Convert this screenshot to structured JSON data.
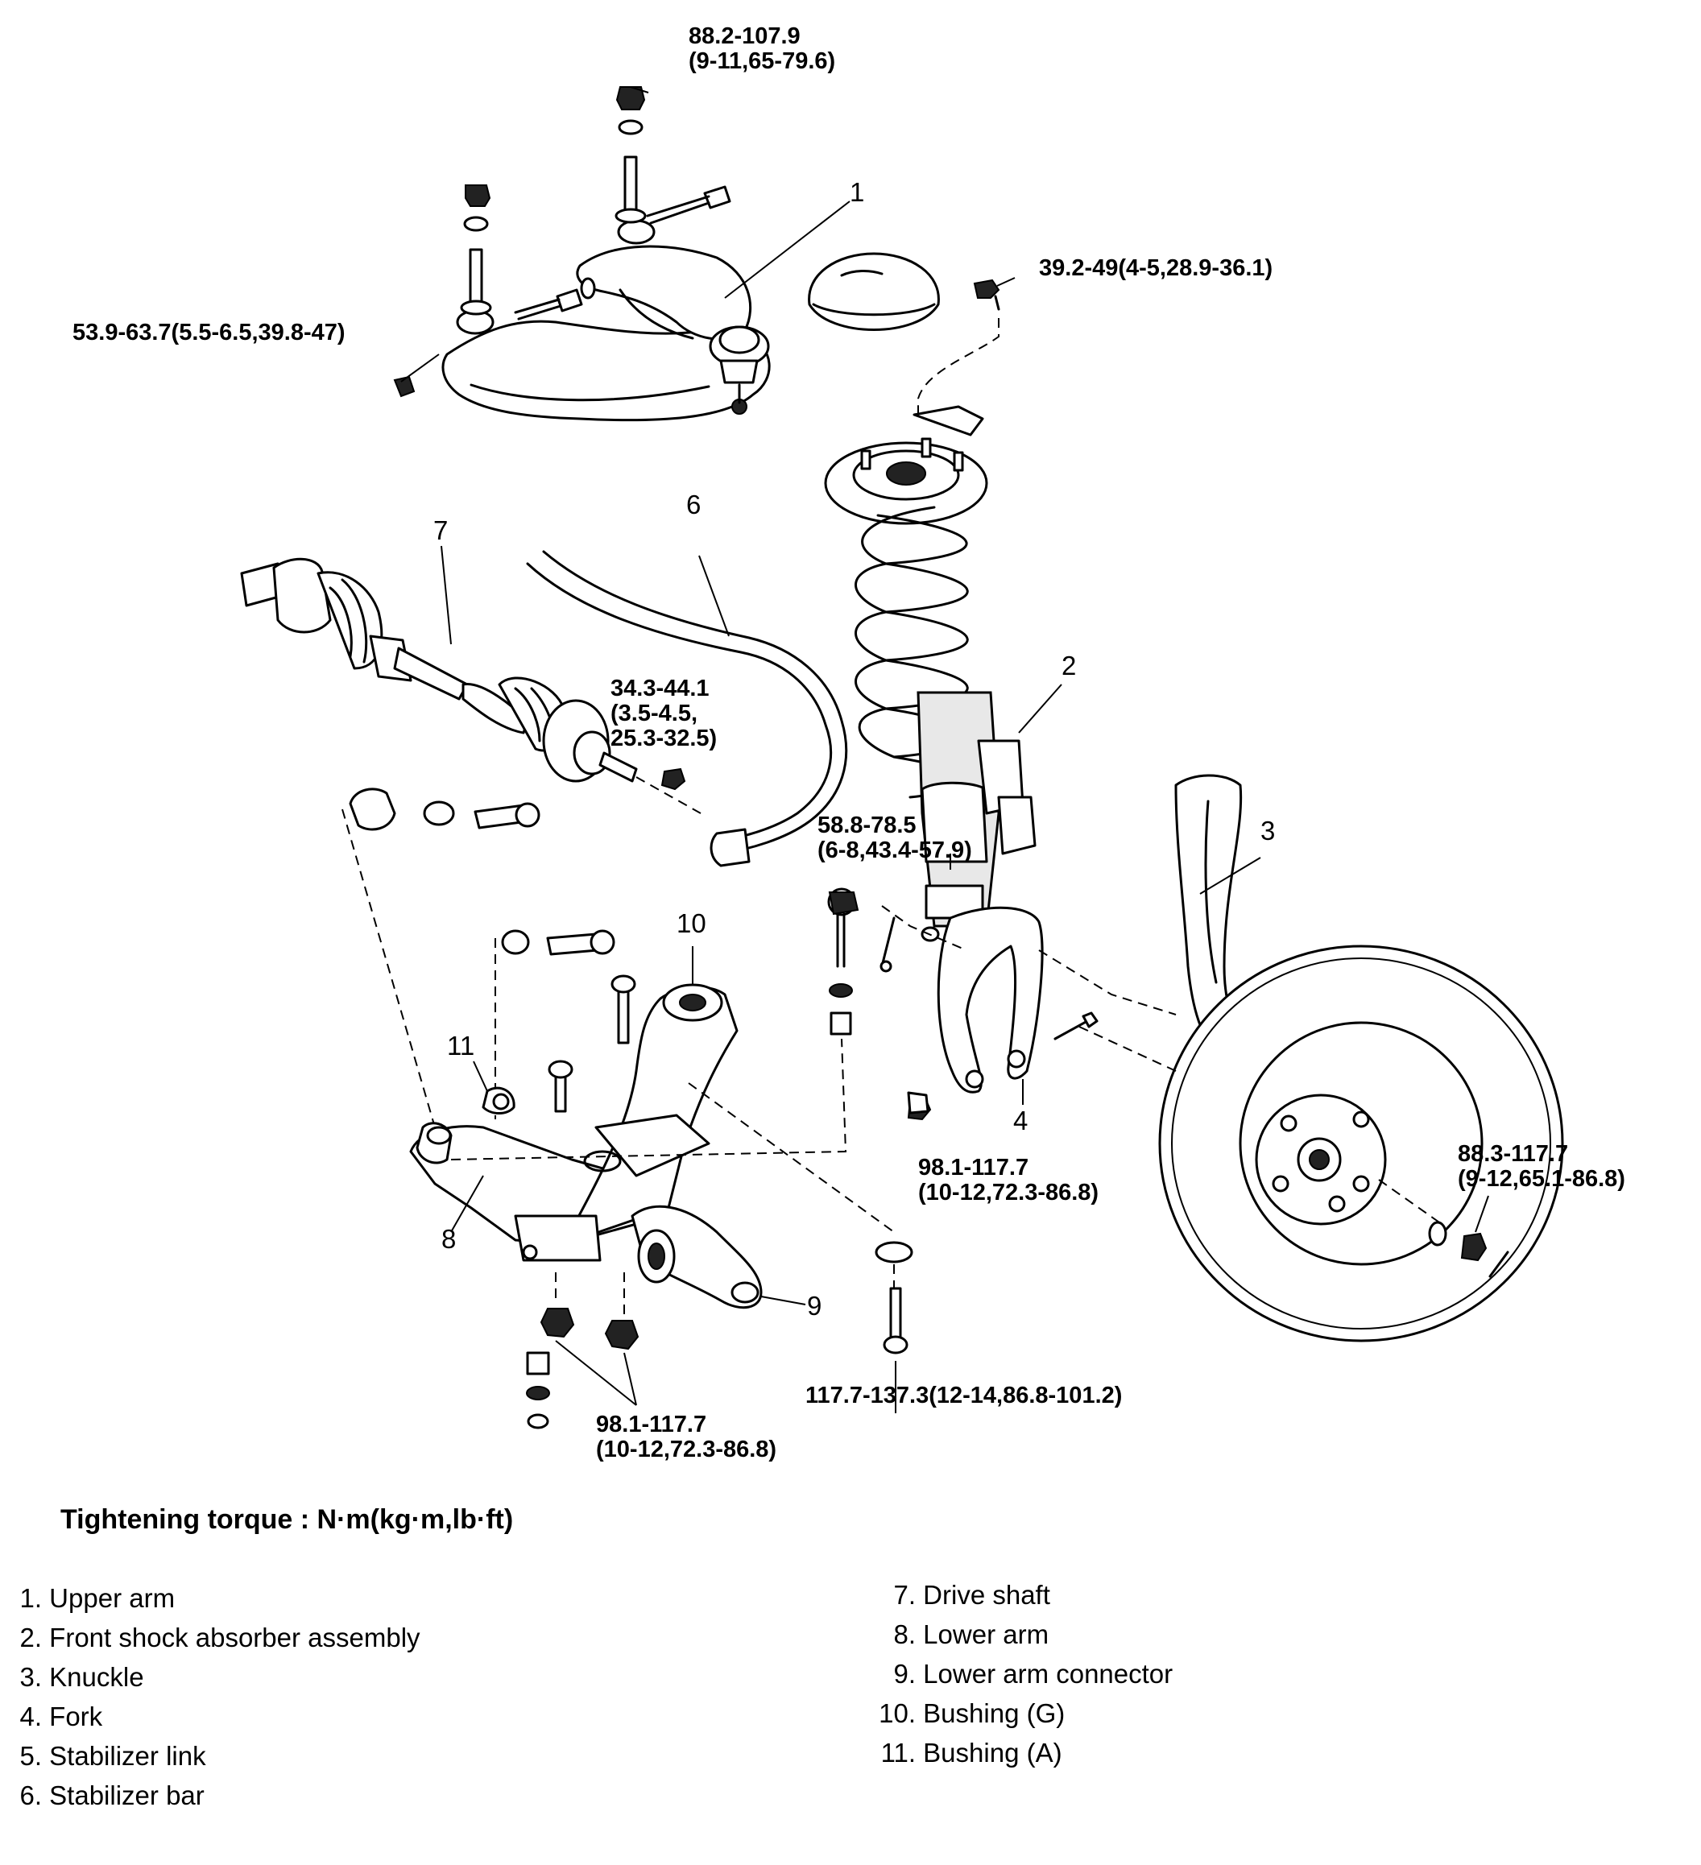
{
  "torque_labels": {
    "t1": [
      "88.2-107.9",
      "(9-11,65-79.6)"
    ],
    "t2": [
      "39.2-49(4-5,28.9-36.1)"
    ],
    "t3": [
      "53.9-63.7(5.5-6.5,39.8-47)"
    ],
    "t4": [
      "34.3-44.1",
      "(3.5-4.5,",
      "25.3-32.5)"
    ],
    "t5": [
      "58.8-78.5",
      "(6-8,43.4-57.9)"
    ],
    "t6": [
      "98.1-117.7",
      "(10-12,72.3-86.8)"
    ],
    "t7": [
      "88.3-117.7",
      "(9-12,65.1-86.8)"
    ],
    "t8": [
      "117.7-137.3(12-14,86.8-101.2)"
    ],
    "t9": [
      "98.1-117.7",
      "(10-12,72.3-86.8)"
    ]
  },
  "callouts": [
    "1",
    "2",
    "3",
    "4",
    "6",
    "7",
    "8",
    "9",
    "10",
    "11"
  ],
  "torque_note": "Tightening torque : N·m(kg·m,lb·ft)",
  "legend": {
    "left": [
      {
        "num": "1.",
        "label": "Upper arm"
      },
      {
        "num": "2.",
        "label": "Front shock absorber assembly"
      },
      {
        "num": "3.",
        "label": "Knuckle"
      },
      {
        "num": "4.",
        "label": "Fork"
      },
      {
        "num": "5.",
        "label": "Stabilizer link"
      },
      {
        "num": "6.",
        "label": "Stabilizer bar"
      }
    ],
    "right": [
      {
        "num": "7.",
        "label": "Drive shaft"
      },
      {
        "num": "8.",
        "label": "Lower arm"
      },
      {
        "num": "9.",
        "label": "Lower arm connector"
      },
      {
        "num": "10.",
        "label": "Bushing (G)"
      },
      {
        "num": "11.",
        "label": "Bushing (A)"
      }
    ]
  }
}
